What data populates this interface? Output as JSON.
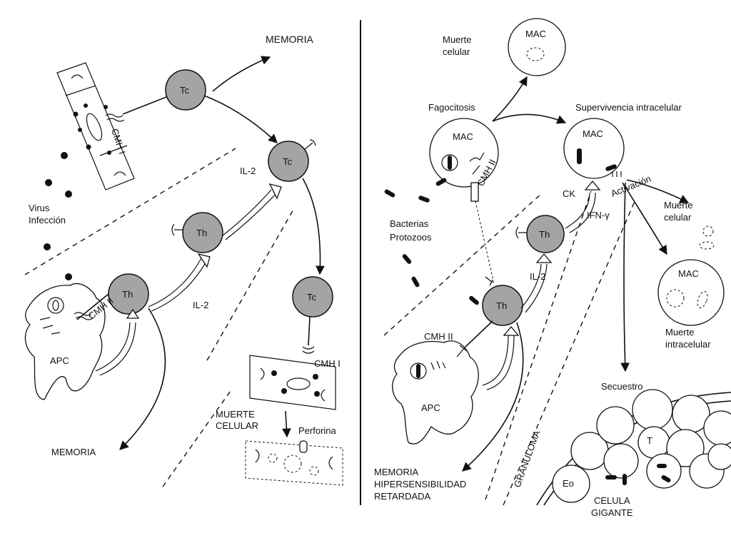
{
  "left_panel": {
    "memoria_top": "MEMORIA",
    "memoria_bottom": "MEMORIA",
    "tc_label": "Tc",
    "th_label": "Th",
    "il2": "IL-2",
    "cmh1": "CMH I",
    "cmh2": "CMH II",
    "virus_line1": "Virus",
    "virus_line2": "Infección",
    "apc": "APC",
    "muerte_line1": "MUERTE",
    "muerte_line2": "CELULAR",
    "perforina": "Perforina"
  },
  "right_panel": {
    "muerte_celular_top_1": "Muerte",
    "muerte_celular_top_2": "celular",
    "mac": "MAC",
    "fagocitosis": "Fagocitosis",
    "supervivencia": "Supervivencia intracelular",
    "cmh2": "CMH II",
    "ck": "CK",
    "activacion": "Activación",
    "ifn": "IFN-γ",
    "bacterias_1": "Bacterias",
    "bacterias_2": "Protozoos",
    "th_label": "Th",
    "il2": "IL-2",
    "muerte_celular_right_1": "Muerte",
    "muerte_celular_right_2": "celular",
    "muerte_intra_1": "Muerte",
    "muerte_intra_2": "intracelular",
    "apc": "APC",
    "secuestro": "Secuestro",
    "granuloma": "GRANULOMA",
    "memoria_1": "MEMORIA",
    "memoria_2": "HIPERSENSIBILIDAD",
    "memoria_3": "RETARDADA",
    "eo": "Eo",
    "t": "T",
    "celula_1": "CELULA",
    "celula_2": "GIGANTE"
  }
}
